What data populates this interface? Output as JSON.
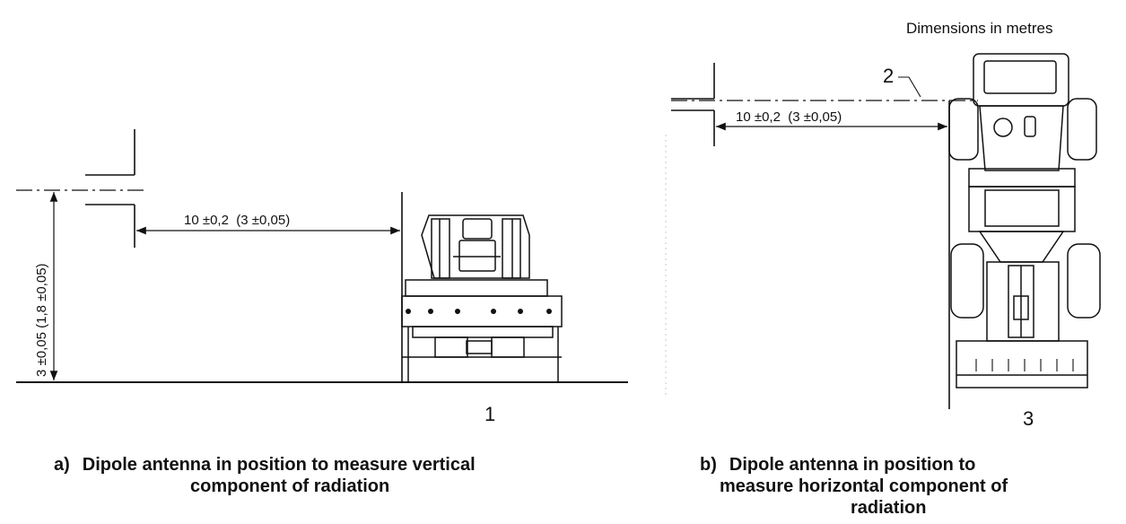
{
  "header": {
    "dimensions_note": "Dimensions in metres"
  },
  "view_a": {
    "horizontal_dimension": "10 ±0,2  (3 ±0,05)",
    "vertical_dimension": "3 ±0,05 (1,8 ±0,05)",
    "key_label": "1",
    "caption_label": "a)",
    "caption_line1": "Dipole antenna in position to measure vertical",
    "caption_line2": "component of radiation"
  },
  "view_b": {
    "horizontal_dimension": "10 ±0,2  (3 ±0,05)",
    "key_label_top": "2",
    "key_label_bottom": "3",
    "caption_label": "b)",
    "caption_line1": "Dipole antenna in position to",
    "caption_line2": "measure horizontal component of",
    "caption_line3": "radiation"
  }
}
